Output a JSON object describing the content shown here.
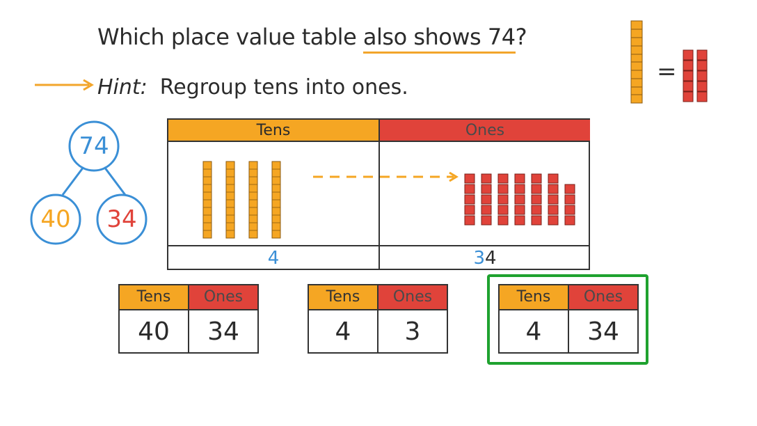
{
  "question": {
    "prefix": "Which place value table ",
    "highlight": "also shows 74",
    "suffix": "?"
  },
  "hint": {
    "label": "Hint:",
    "text": "Regroup tens into ones."
  },
  "number_bond": {
    "whole": "74",
    "left": "40",
    "right": "34"
  },
  "main_table": {
    "tens_header": "Tens",
    "ones_header": "Ones",
    "tens_value": "4",
    "ones_value_blue": "3",
    "ones_value_rest": "4",
    "tens_rods": 4,
    "ones_units": 34
  },
  "equivalence": {
    "equals": "="
  },
  "options": [
    {
      "tens_header": "Tens",
      "ones_header": "Ones",
      "tens": "40",
      "ones": "34",
      "selected": false
    },
    {
      "tens_header": "Tens",
      "ones_header": "Ones",
      "tens": "4",
      "ones": "3",
      "selected": false
    },
    {
      "tens_header": "Tens",
      "ones_header": "Ones",
      "tens": "4",
      "ones": "34",
      "selected": true
    }
  ],
  "colors": {
    "orange": "#f5a623",
    "red": "#e0433a",
    "blue": "#3a8fd6",
    "green": "#1fa22f"
  }
}
